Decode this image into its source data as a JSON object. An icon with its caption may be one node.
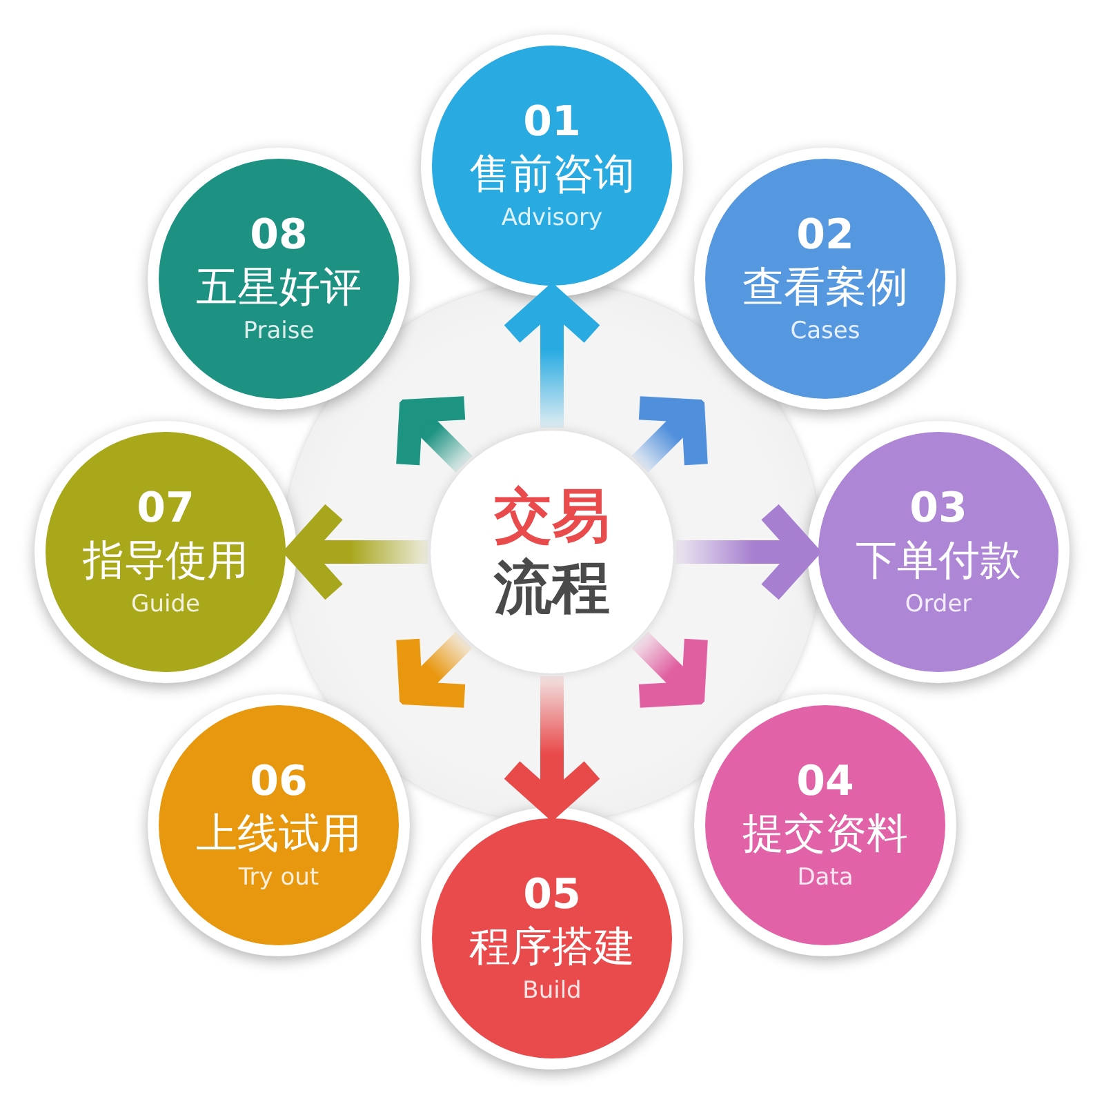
{
  "diagram": {
    "nodes": [
      {
        "text": [
          "交易",
          "流程"
        ]
      },
      {
        "text": [
          "01",
          "售前咨询",
          "Advisory"
        ]
      },
      {
        "text": [
          "02",
          "查看案例",
          "Cases"
        ]
      },
      {
        "text": [
          "03",
          "下单付款",
          "Order"
        ]
      },
      {
        "text": [
          "04",
          "提交资料",
          "Data"
        ]
      },
      {
        "text": [
          "05",
          "程序搭建",
          "Build"
        ]
      },
      {
        "text": [
          "06",
          "上线试用",
          "Try out"
        ]
      },
      {
        "text": [
          "07",
          "指导使用",
          "Guide"
        ]
      },
      {
        "text": [
          "08",
          "五星好评",
          "Praise"
        ]
      }
    ],
    "edges": [
      {
        "from": 0,
        "to": 1,
        "arrow": "to",
        "color": "#29abe2"
      },
      {
        "from": 0,
        "to": 2,
        "arrow": "to",
        "color": "#4f8fdc"
      },
      {
        "from": 0,
        "to": 3,
        "arrow": "to",
        "color": "#a67fd0"
      },
      {
        "from": 0,
        "to": 4,
        "arrow": "to",
        "color": "#e05fa0"
      },
      {
        "from": 0,
        "to": 5,
        "arrow": "to",
        "color": "#e84a4a"
      },
      {
        "from": 0,
        "to": 6,
        "arrow": "to",
        "color": "#e8970f"
      },
      {
        "from": 0,
        "to": 7,
        "arrow": "to",
        "color": "#a8a61c"
      },
      {
        "from": 0,
        "to": 8,
        "arrow": "to",
        "color": "#1d9382"
      }
    ]
  }
}
